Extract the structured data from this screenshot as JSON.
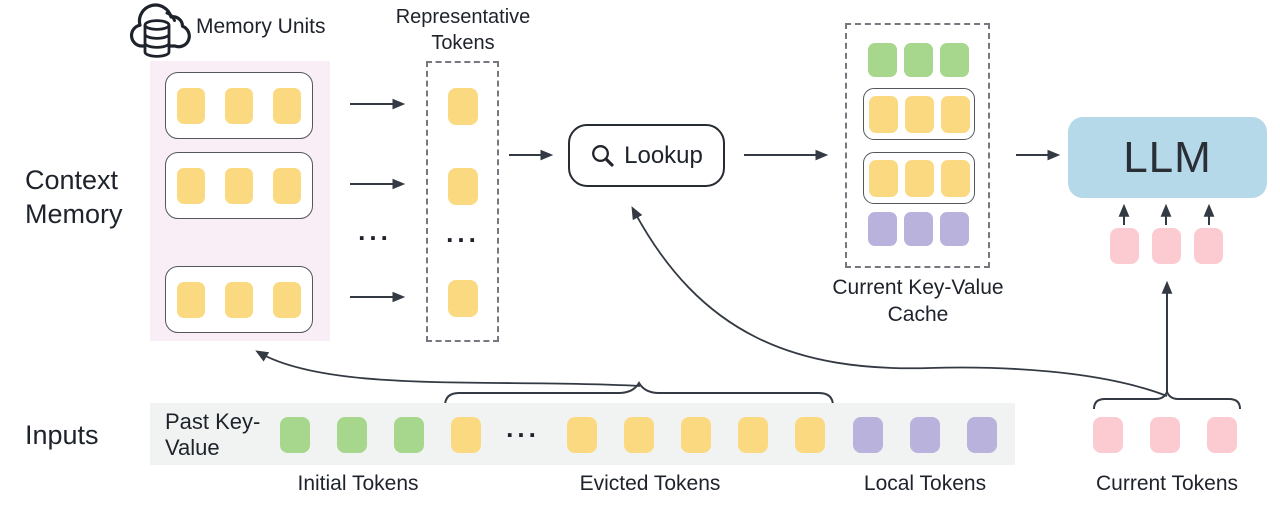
{
  "labels": {
    "memory_units": "Memory Units",
    "representative_tokens": "Representative Tokens",
    "context_memory": "Context Memory",
    "lookup": "Lookup",
    "current_kv_cache": "Current Key-Value Cache",
    "llm": "LLM",
    "inputs": "Inputs",
    "past_key_value": "Past Key-Value",
    "initial_tokens": "Initial Tokens",
    "evicted_tokens": "Evicted Tokens",
    "local_tokens": "Local Tokens",
    "current_tokens": "Current Tokens",
    "ellipsis": "..."
  },
  "colors": {
    "token-yellow": "#FBD980",
    "token-green": "#A6D78C",
    "token-purple": "#B8B2DC",
    "token-pink": "#FBCBD1",
    "panel-pink": "#F9EEF6",
    "llm-blue": "#B6D9EA",
    "strip-gray": "#F1F3F2",
    "line": "#343A43",
    "text": "#1E232B",
    "box-border": "#53575E",
    "dash-border": "#75797F"
  },
  "tokens": {
    "memory_row": [
      {
        "color": "token-yellow",
        "count": 3
      }
    ],
    "single_yellow": [
      {
        "color": "token-yellow",
        "count": 1
      }
    ],
    "cache_green": [
      {
        "color": "token-green",
        "count": 3
      }
    ],
    "cache_yellow": [
      {
        "color": "token-yellow",
        "count": 3
      }
    ],
    "cache_purple": [
      {
        "color": "token-purple",
        "count": 3
      }
    ],
    "llm_inputs": [
      {
        "color": "token-pink",
        "count": 3
      }
    ],
    "initial": [
      {
        "color": "token-green",
        "count": 3
      }
    ],
    "evicted": [
      {
        "color": "token-yellow",
        "count": 5
      }
    ],
    "local": [
      {
        "color": "token-purple",
        "count": 3
      }
    ],
    "current": [
      {
        "color": "token-pink",
        "count": 3
      }
    ]
  }
}
